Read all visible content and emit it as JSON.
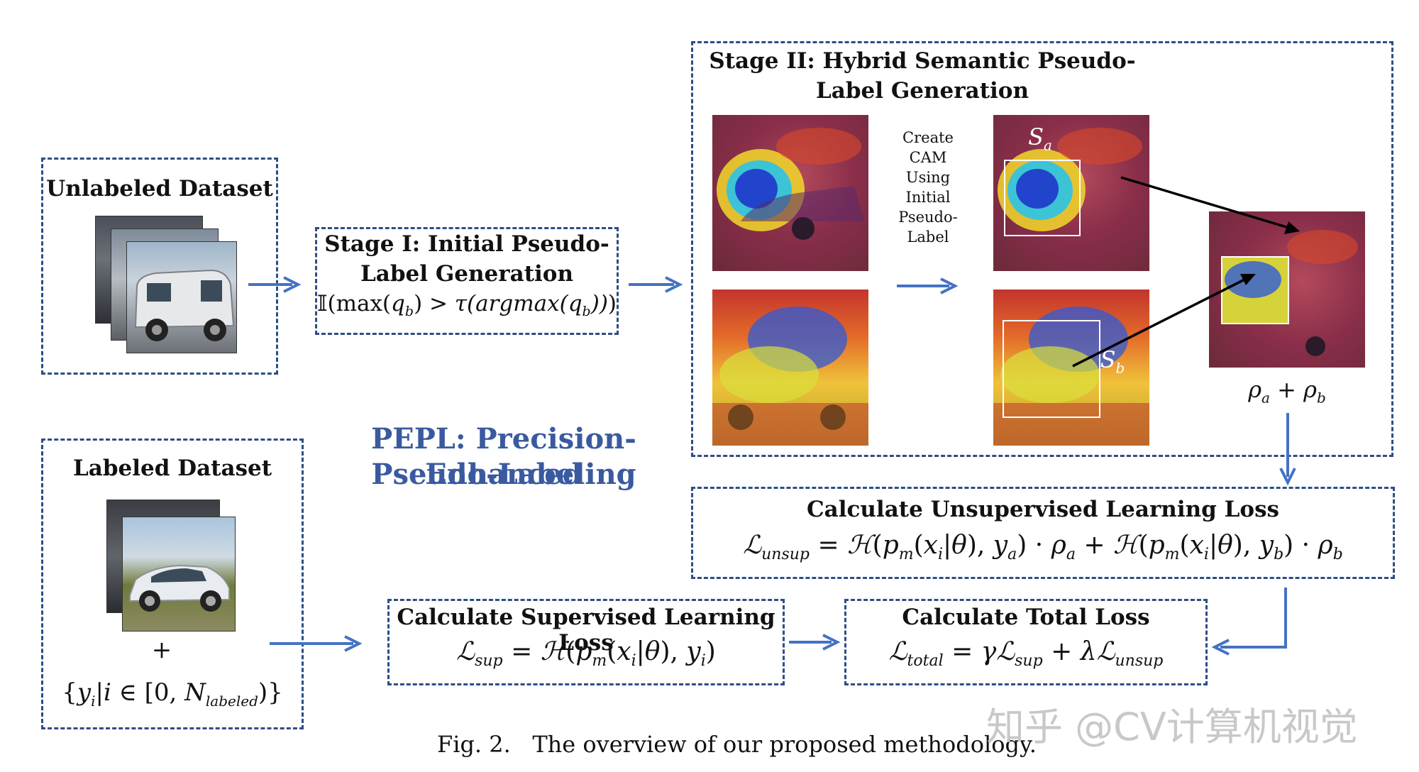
{
  "unlabeled": {
    "title": "Unlabeled Dataset"
  },
  "stage1": {
    "title_line1": "Stage I: Initial Pseudo-",
    "title_line2": "Label Generation",
    "formula": "𝕀(max(q_b) > τ(argmax(q_b)))"
  },
  "stage2": {
    "title_line1": "Stage II: Hybrid Semantic Pseudo-",
    "title_line2": "Label Generation",
    "cam_text": [
      "Create",
      "CAM",
      "Using",
      "Initial",
      "Pseudo-",
      "Label"
    ],
    "sa_label": "S_a",
    "sb_label": "S_b",
    "rho_sum": "ρa + ρb"
  },
  "pepl": {
    "line1": "PEPL: Precision-Enhanced",
    "line2": "Pseudo-Labeling"
  },
  "labeled": {
    "title": "Labeled Dataset",
    "plus": "+",
    "set_formula": "{yi|i ∈ [0, Nlabeled)}"
  },
  "unsup_loss": {
    "title": "Calculate Unsupervised Learning Loss",
    "formula": "ℒunsup = ℋ(pm(xi|θ), ya) · ρa + ℋ(pm(xi|θ), yb) · ρb"
  },
  "sup_loss": {
    "title": "Calculate Supervised Learning Loss",
    "formula": "ℒsup = ℋ(pm(xi|θ), yi)"
  },
  "total_loss": {
    "title": "Calculate Total Loss",
    "formula": "ℒtotal = γℒsup + λℒunsup"
  },
  "caption": "Fig. 2.   The overview of our proposed methodology.",
  "watermark": "知乎 @CV计算机视觉",
  "colors": {
    "border": "#2d4d86",
    "arrow": "#4472c4",
    "pepl": "#3a5aa0"
  }
}
